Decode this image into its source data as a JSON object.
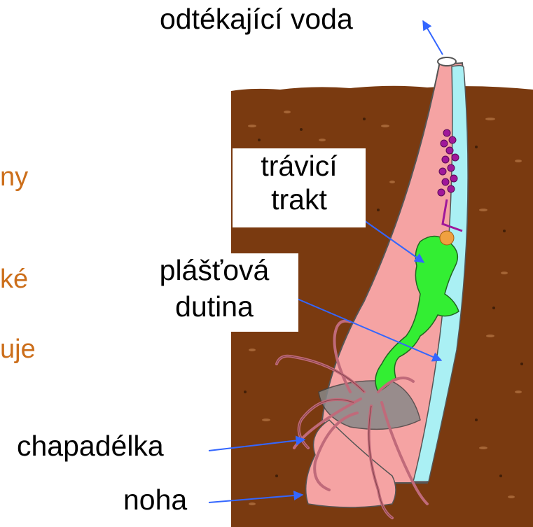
{
  "labels": {
    "top_water": "odtékající voda",
    "digestive_1": "trávicí",
    "digestive_2": "trakt",
    "mantle_1": "plášťová",
    "mantle_2": "dutina",
    "tentacles": "chapadélka",
    "foot": "noha"
  },
  "side_text": {
    "frag1": "ny",
    "frag2": "ké",
    "frag3": "uje"
  },
  "colors": {
    "soil": "#7a3a10",
    "shell_pink": "#f5a3a3",
    "water_cyan": "#aaf0f4",
    "gut_green": "#33ee33",
    "gonad_purple": "#a0189a",
    "arrow_blue": "#3366ff",
    "side_text_orange": "#cc6e1a"
  }
}
